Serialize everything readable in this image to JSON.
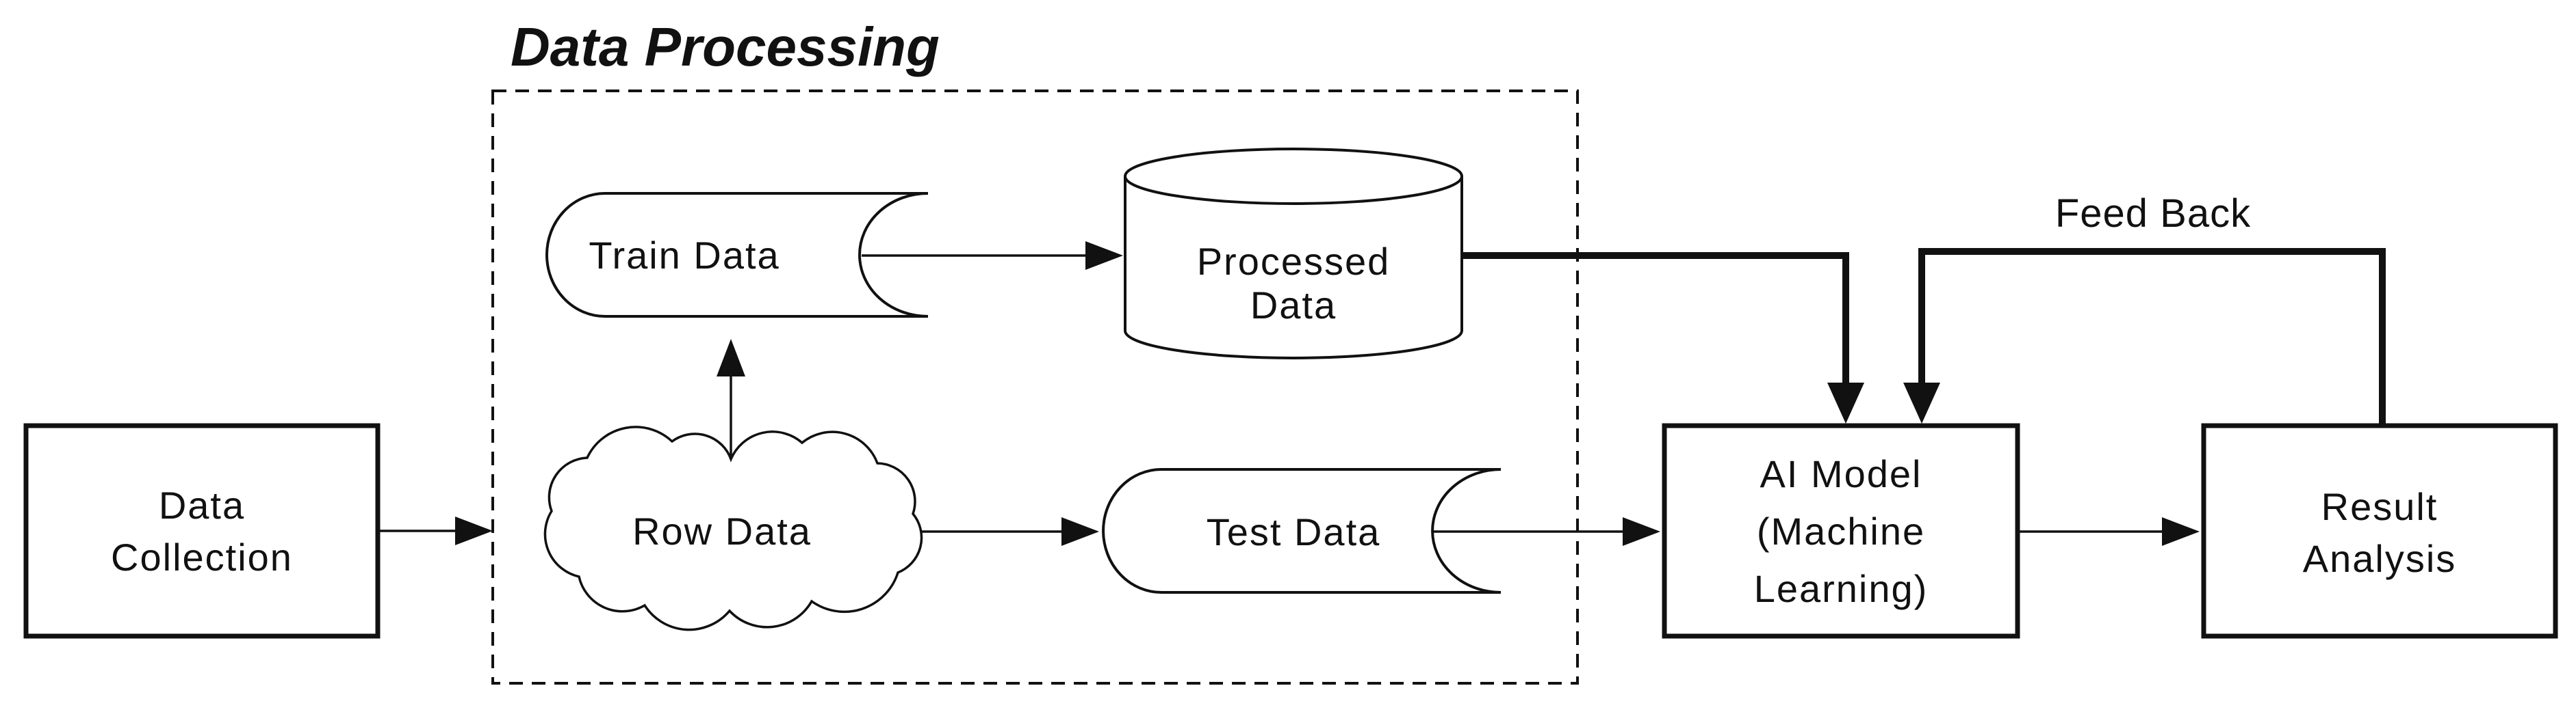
{
  "diagram": {
    "title": "Data Processing",
    "nodes": {
      "data_collection": {
        "shape": "rectangle",
        "label": "Data Collection",
        "lines": [
          "Data",
          "Collection"
        ]
      },
      "row_data": {
        "shape": "cloud",
        "label": "Row Data",
        "lines": [
          "Row Data"
        ]
      },
      "train_data": {
        "shape": "stored-data",
        "label": "Train Data",
        "lines": [
          "Train Data"
        ]
      },
      "test_data": {
        "shape": "stored-data",
        "label": "Test Data",
        "lines": [
          "Test Data"
        ]
      },
      "processed_data": {
        "shape": "cylinder",
        "label": "Processed Data",
        "lines": [
          "Processed",
          "Data"
        ]
      },
      "ai_model": {
        "shape": "rectangle",
        "label": "AI Model (Machine Learning)",
        "lines": [
          "AI Model",
          "(Machine",
          "Learning)"
        ]
      },
      "result_analysis": {
        "shape": "rectangle",
        "label": "Result Analysis",
        "lines": [
          "Result",
          "Analysis"
        ]
      }
    },
    "edges": [
      {
        "from": "Data Collection",
        "to": "Row Data",
        "style": "thin"
      },
      {
        "from": "Row Data",
        "to": "Train Data",
        "style": "thin"
      },
      {
        "from": "Train Data",
        "to": "Processed Data",
        "style": "thin"
      },
      {
        "from": "Row Data",
        "to": "Test Data",
        "style": "thin"
      },
      {
        "from": "Test Data",
        "to": "AI Model",
        "style": "thin"
      },
      {
        "from": "Processed Data",
        "to": "AI Model",
        "style": "thick"
      },
      {
        "from": "AI Model",
        "to": "Result Analysis",
        "style": "thin"
      },
      {
        "from": "Result Analysis",
        "to": "AI Model",
        "style": "thick",
        "label": "Feed Back"
      }
    ],
    "colors": {
      "ink": "#111111",
      "background": "#ffffff"
    }
  }
}
